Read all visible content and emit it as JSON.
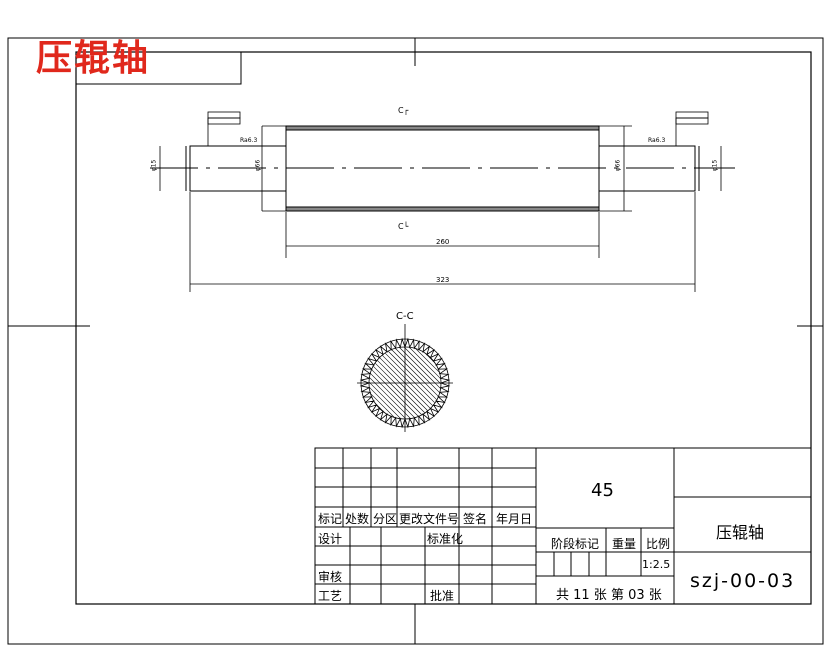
{
  "drawing_title_red": "压辊轴",
  "section_label": "C-C",
  "section_mark_top": "C┌",
  "section_mark_bottom": "C└",
  "dimensions": {
    "body_length": "260",
    "overall_length": "323",
    "body_diameter_left": "φ66",
    "body_diameter_right": "φ66",
    "journal_left": "φ15",
    "journal_right": "φ15",
    "roughness": "Ra6.3"
  },
  "title_block": {
    "row_labels": {
      "mark": "标记",
      "count": "处数",
      "zone": "分区",
      "change_doc": "更改文件号",
      "signature": "签名",
      "date": "年月日"
    },
    "design": "设计",
    "standardize": "标准化",
    "review": "审核",
    "process": "工艺",
    "approve": "批准",
    "stage_mark": "阶段标记",
    "weight": "重量",
    "scale_label": "比例",
    "scale_value": "1:2.5",
    "material": "45",
    "part_name": "压辊轴",
    "drawing_code": "szj-00-03",
    "sheet_info": "共 11 张 第 03 张"
  }
}
